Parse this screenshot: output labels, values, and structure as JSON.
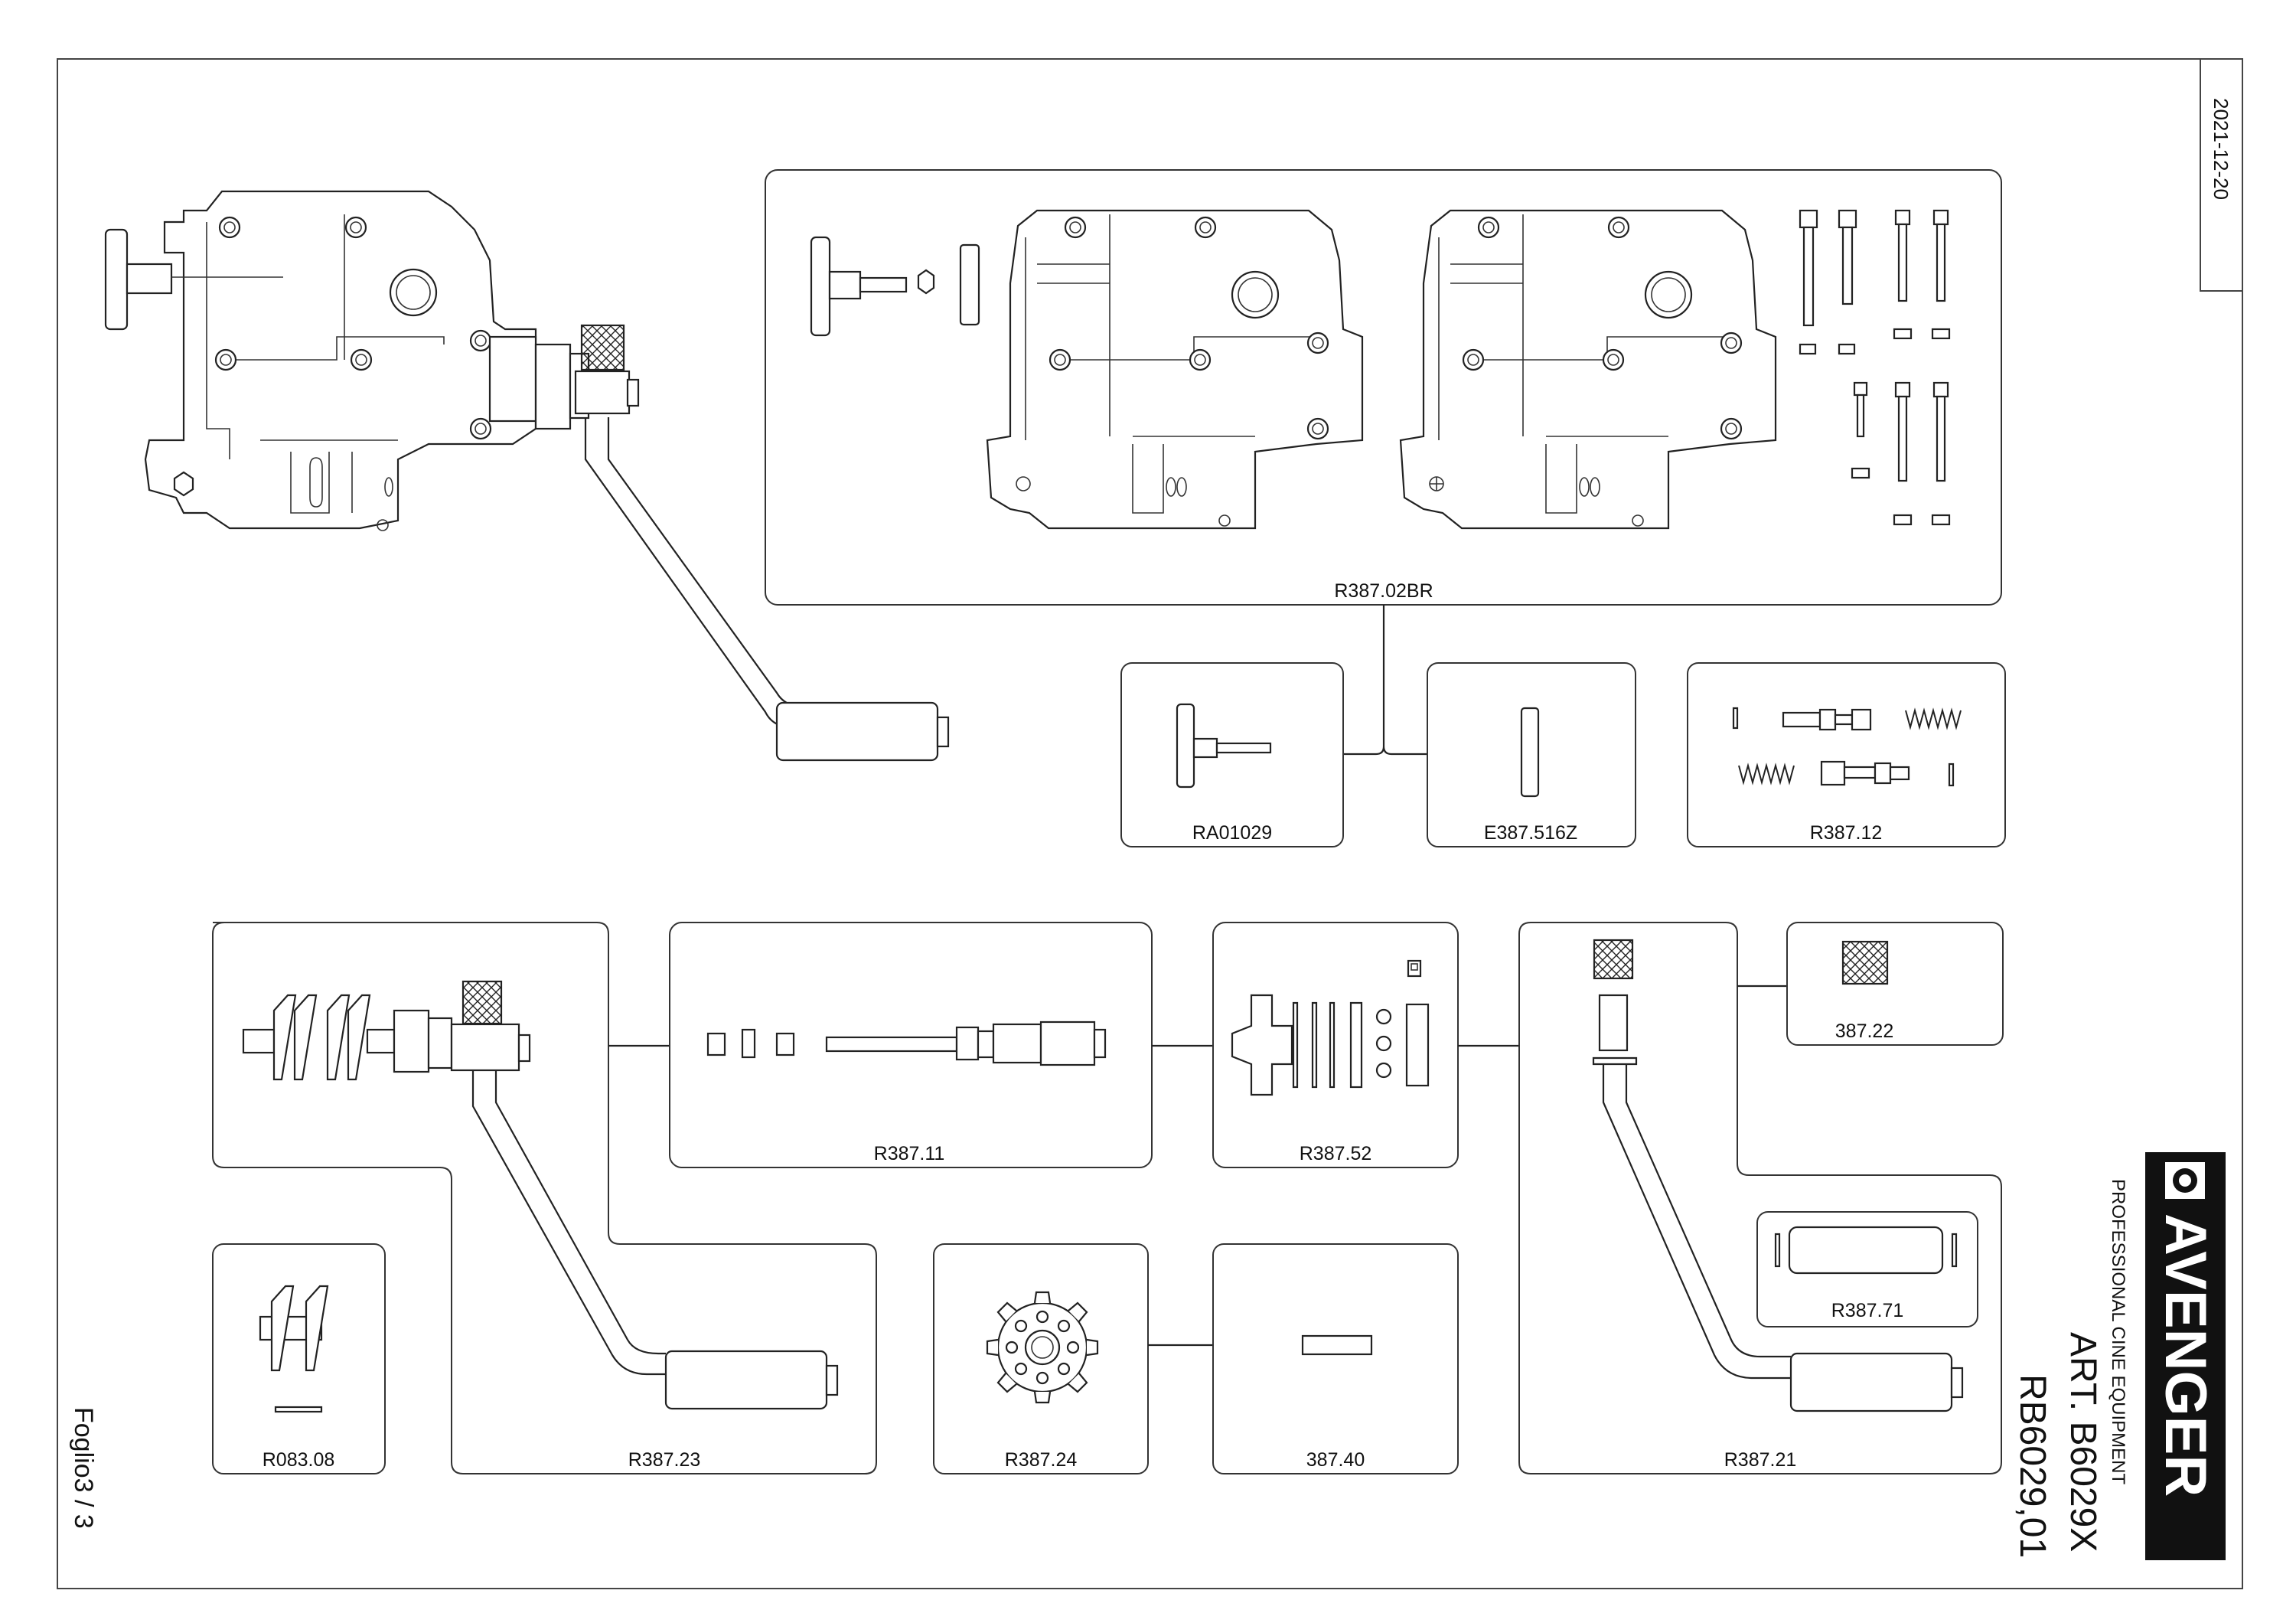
{
  "sheet": {
    "date": "2021-12-20",
    "page": "Foglio3 / 3"
  },
  "title_block": {
    "brand": "AVENGER",
    "tagline": "PROFESSIONAL CINE EQUIPMENT",
    "article": "ART. B6029X",
    "code": "RB6029,01"
  },
  "parts": {
    "r387_02br": "R387.02BR",
    "ra01029": "RA01029",
    "e387_516z": "E387.516Z",
    "r387_12": "R387.12",
    "r387_11": "R387.11",
    "r387_52": "R387.52",
    "p387_22": "387.22",
    "r387_71": "R387.71",
    "r083_08": "R083.08",
    "r387_23": "R387.23",
    "r387_24": "R387.24",
    "p387_40": "387.40",
    "r387_21": "R387.21"
  }
}
